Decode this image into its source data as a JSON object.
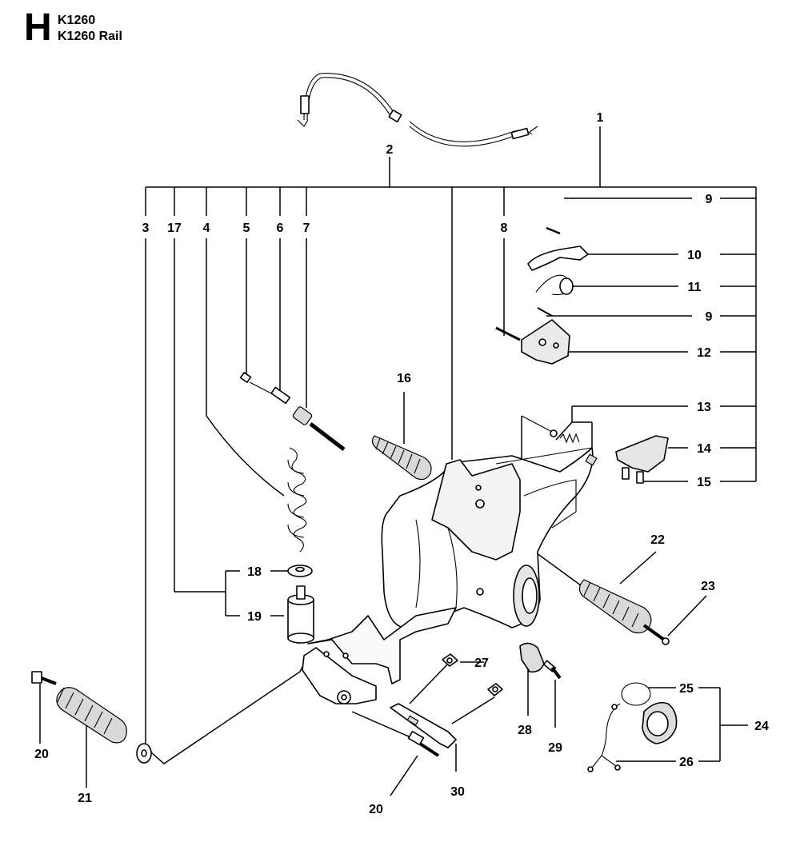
{
  "header": {
    "section_letter": "H",
    "model": "K1260",
    "model_variant": "K1260 Rail"
  },
  "callouts": {
    "c1": "1",
    "c2": "2",
    "c3": "3",
    "c4": "4",
    "c5": "5",
    "c6": "6",
    "c7": "7",
    "c8": "8",
    "c9a": "9",
    "c9b": "9",
    "c10": "10",
    "c11": "11",
    "c12": "12",
    "c13": "13",
    "c14": "14",
    "c15": "15",
    "c16": "16",
    "c17": "17",
    "c18": "18",
    "c19": "19",
    "c20a": "20",
    "c20b": "20",
    "c21": "21",
    "c22": "22",
    "c23": "23",
    "c24": "24",
    "c25": "25",
    "c26": "26",
    "c27": "27",
    "c28": "28",
    "c29": "29",
    "c30": "30"
  }
}
